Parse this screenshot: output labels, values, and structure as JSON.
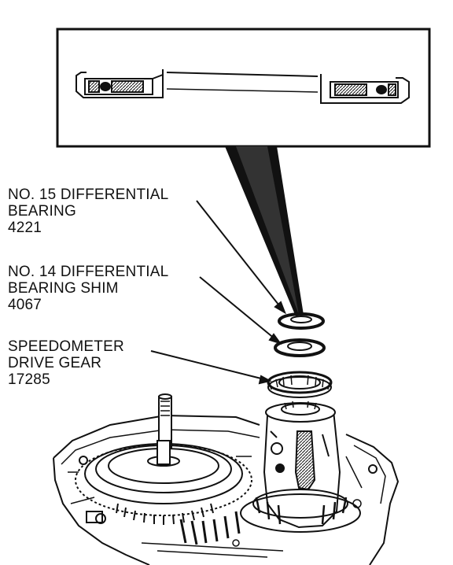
{
  "callouts": [
    {
      "name": "no-15-differential-bearing",
      "lines": [
        "NO. 15 DIFFERENTIAL",
        "BEARING",
        "4221"
      ]
    },
    {
      "name": "no-14-differential-bearing-shim",
      "lines": [
        "NO. 14 DIFFERENTIAL",
        "BEARING SHIM",
        "4067"
      ]
    },
    {
      "name": "speedometer-drive-gear",
      "lines": [
        "SPEEDOMETER",
        "DRIVE GEAR",
        "17285"
      ]
    }
  ],
  "colors": {
    "ink": "#111111",
    "background": "#ffffff"
  }
}
